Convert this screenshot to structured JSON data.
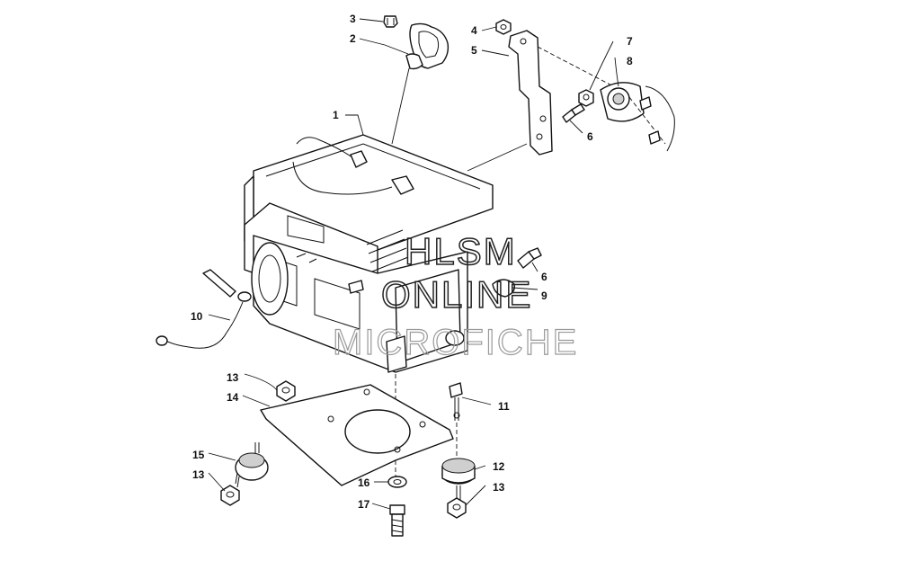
{
  "callouts": {
    "c1": "1",
    "c2": "2",
    "c3": "3",
    "c4": "4",
    "c5": "5",
    "c6a": "6",
    "c6b": "6",
    "c7": "7",
    "c8": "8",
    "c9": "9",
    "c10": "10",
    "c11": "11",
    "c12": "12",
    "c13a": "13",
    "c13b": "13",
    "c13c": "13",
    "c14": "14",
    "c15": "15",
    "c16": "16",
    "c17": "17"
  },
  "watermark": {
    "line1": "HLSM",
    "line2": "ONLINE",
    "line3": "MICROFICHE"
  }
}
